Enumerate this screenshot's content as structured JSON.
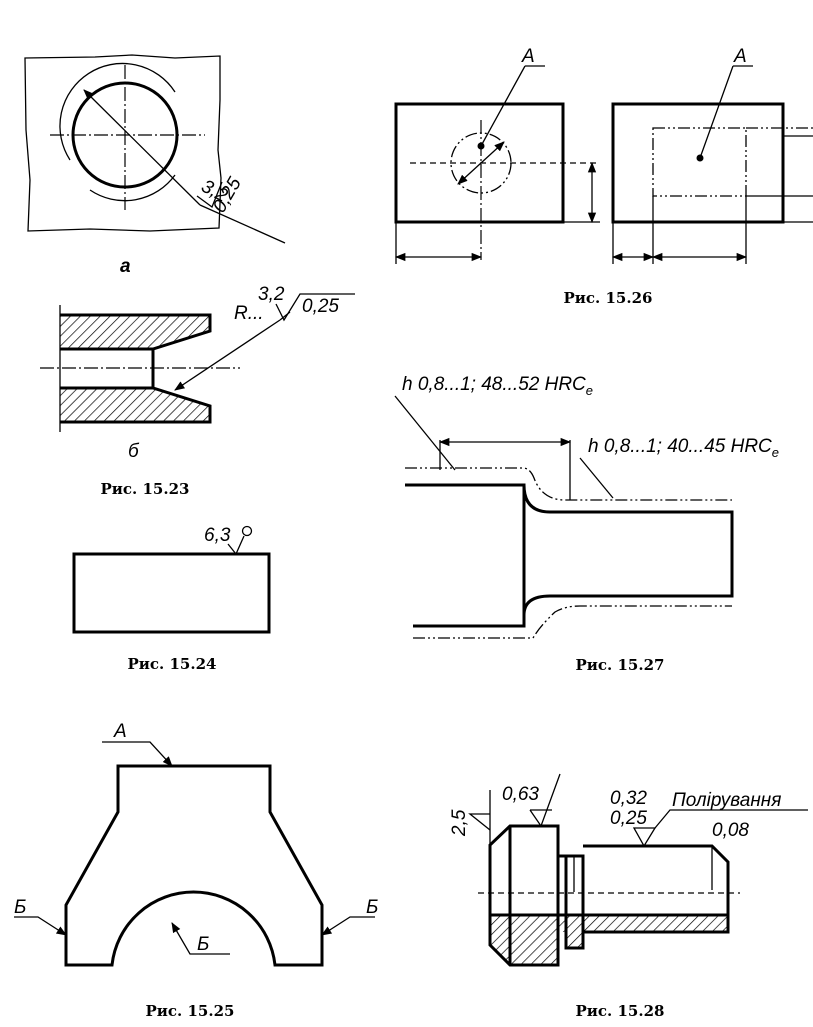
{
  "fig_15_23": {
    "caption": "Рис. 15.23",
    "a_label": "а",
    "a_rough_top": "3,2",
    "a_rough_bottom": "0,25",
    "b_label": "б",
    "b_radius": "R...",
    "b_rough_top": "3,2",
    "b_rough_bottom": "0,25"
  },
  "fig_15_24": {
    "caption": "Рис. 15.24",
    "rough": "6,3"
  },
  "fig_15_25": {
    "caption": "Рис. 15.25",
    "label_a": "А",
    "label_b_left": "Б",
    "label_b_right": "Б",
    "label_b_arc": "Б"
  },
  "fig_15_26": {
    "caption": "Рис. 15.26",
    "label_left": "А",
    "label_right": "А"
  },
  "fig_15_27": {
    "caption": "Рис. 15.27",
    "note_1": "h 0,8...1; 48...52 HRC",
    "note_1_sub": "e",
    "note_2": "h 0,8...1; 40...45 HRC",
    "note_2_sub": "e"
  },
  "fig_15_28": {
    "caption": "Рис. 15.28",
    "rough_left": "2,5",
    "rough_mid": "0,63",
    "rough_right_top": "0,32",
    "rough_right_bottom": "0,25",
    "note": "Полірування",
    "note_value": "0,08"
  }
}
